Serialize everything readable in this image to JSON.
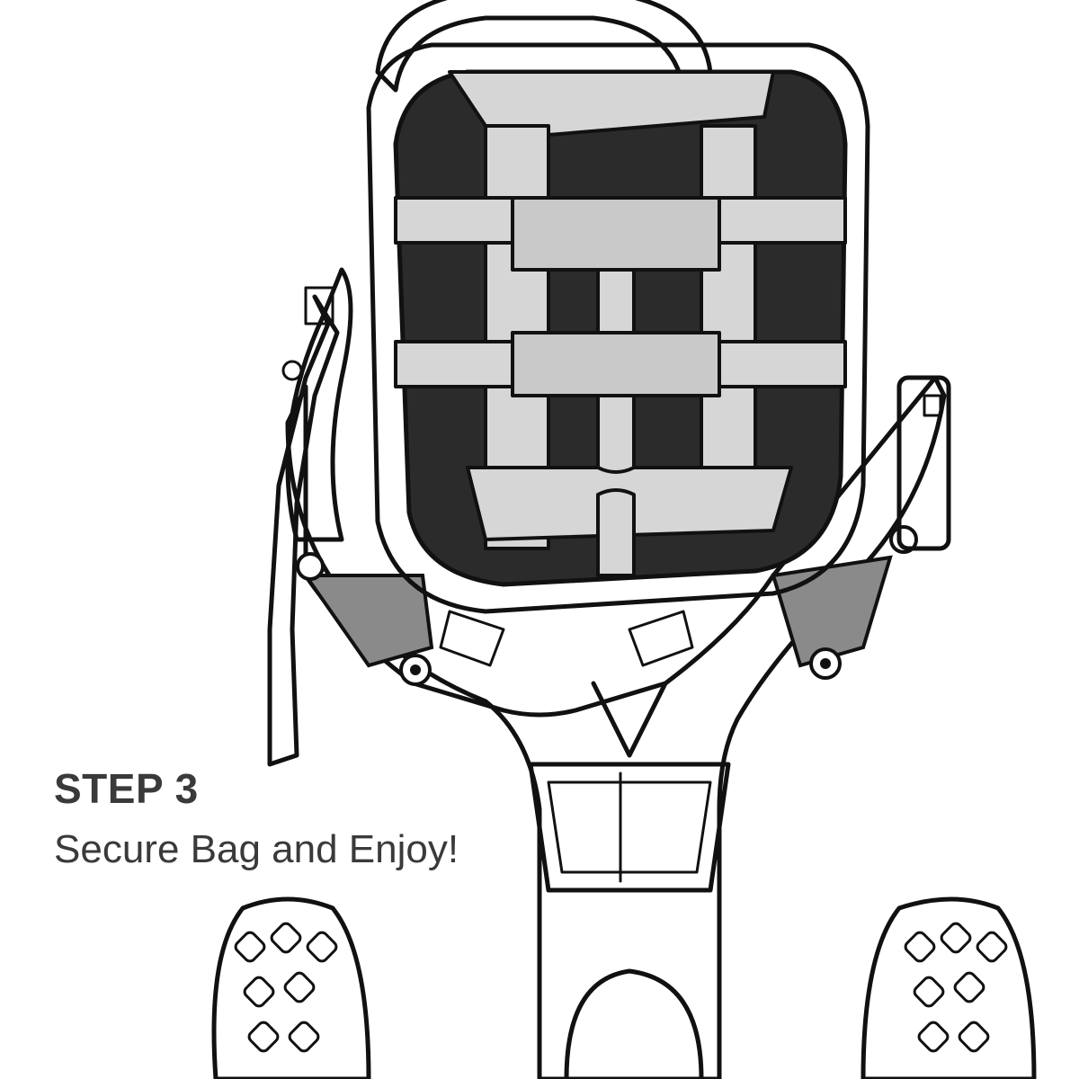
{
  "instruction": {
    "step_label": "STEP 3",
    "description": "Secure Bag and Enjoy!"
  },
  "illustration": {
    "subject": "golf bag secured on push cart (top view)",
    "colors": {
      "line": "#111111",
      "bag_interior": "#2b2b2b",
      "dividers": "#d6d6d6",
      "frame_gray": "#8a8a8a",
      "text": "#3a3a3a"
    }
  }
}
